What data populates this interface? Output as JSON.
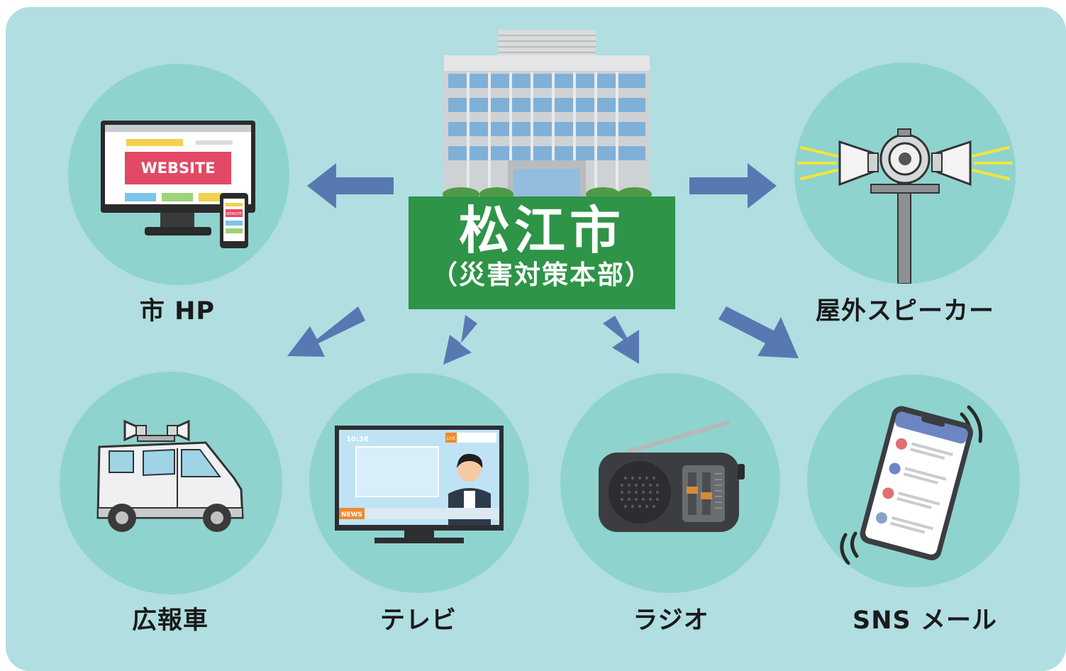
{
  "center": {
    "name": "松江市",
    "subtitle": "（災害対策本部）"
  },
  "channels": [
    {
      "id": "hp",
      "label": "市 HP",
      "icon": "website-monitor-icon",
      "screen_text": "WEBSITE",
      "phone_text": "WEBSITE"
    },
    {
      "id": "speaker",
      "label": "屋外スピーカー",
      "icon": "outdoor-speaker-icon"
    },
    {
      "id": "car",
      "label": "広報車",
      "icon": "pr-van-icon"
    },
    {
      "id": "tv",
      "label": "テレビ",
      "icon": "television-icon",
      "clock_text": "10:38",
      "news_text": "NEWS",
      "live_text": "LIVE"
    },
    {
      "id": "radio",
      "label": "ラジオ",
      "icon": "radio-icon"
    },
    {
      "id": "sns",
      "label": "SNS  メール",
      "icon": "smartphone-icon"
    }
  ],
  "colors": {
    "panel": "#b0dee1",
    "circle": "#8fd3ce",
    "arrow": "#5779b1",
    "hq_box": "#2e9447",
    "hq_text": "#ffffff"
  }
}
